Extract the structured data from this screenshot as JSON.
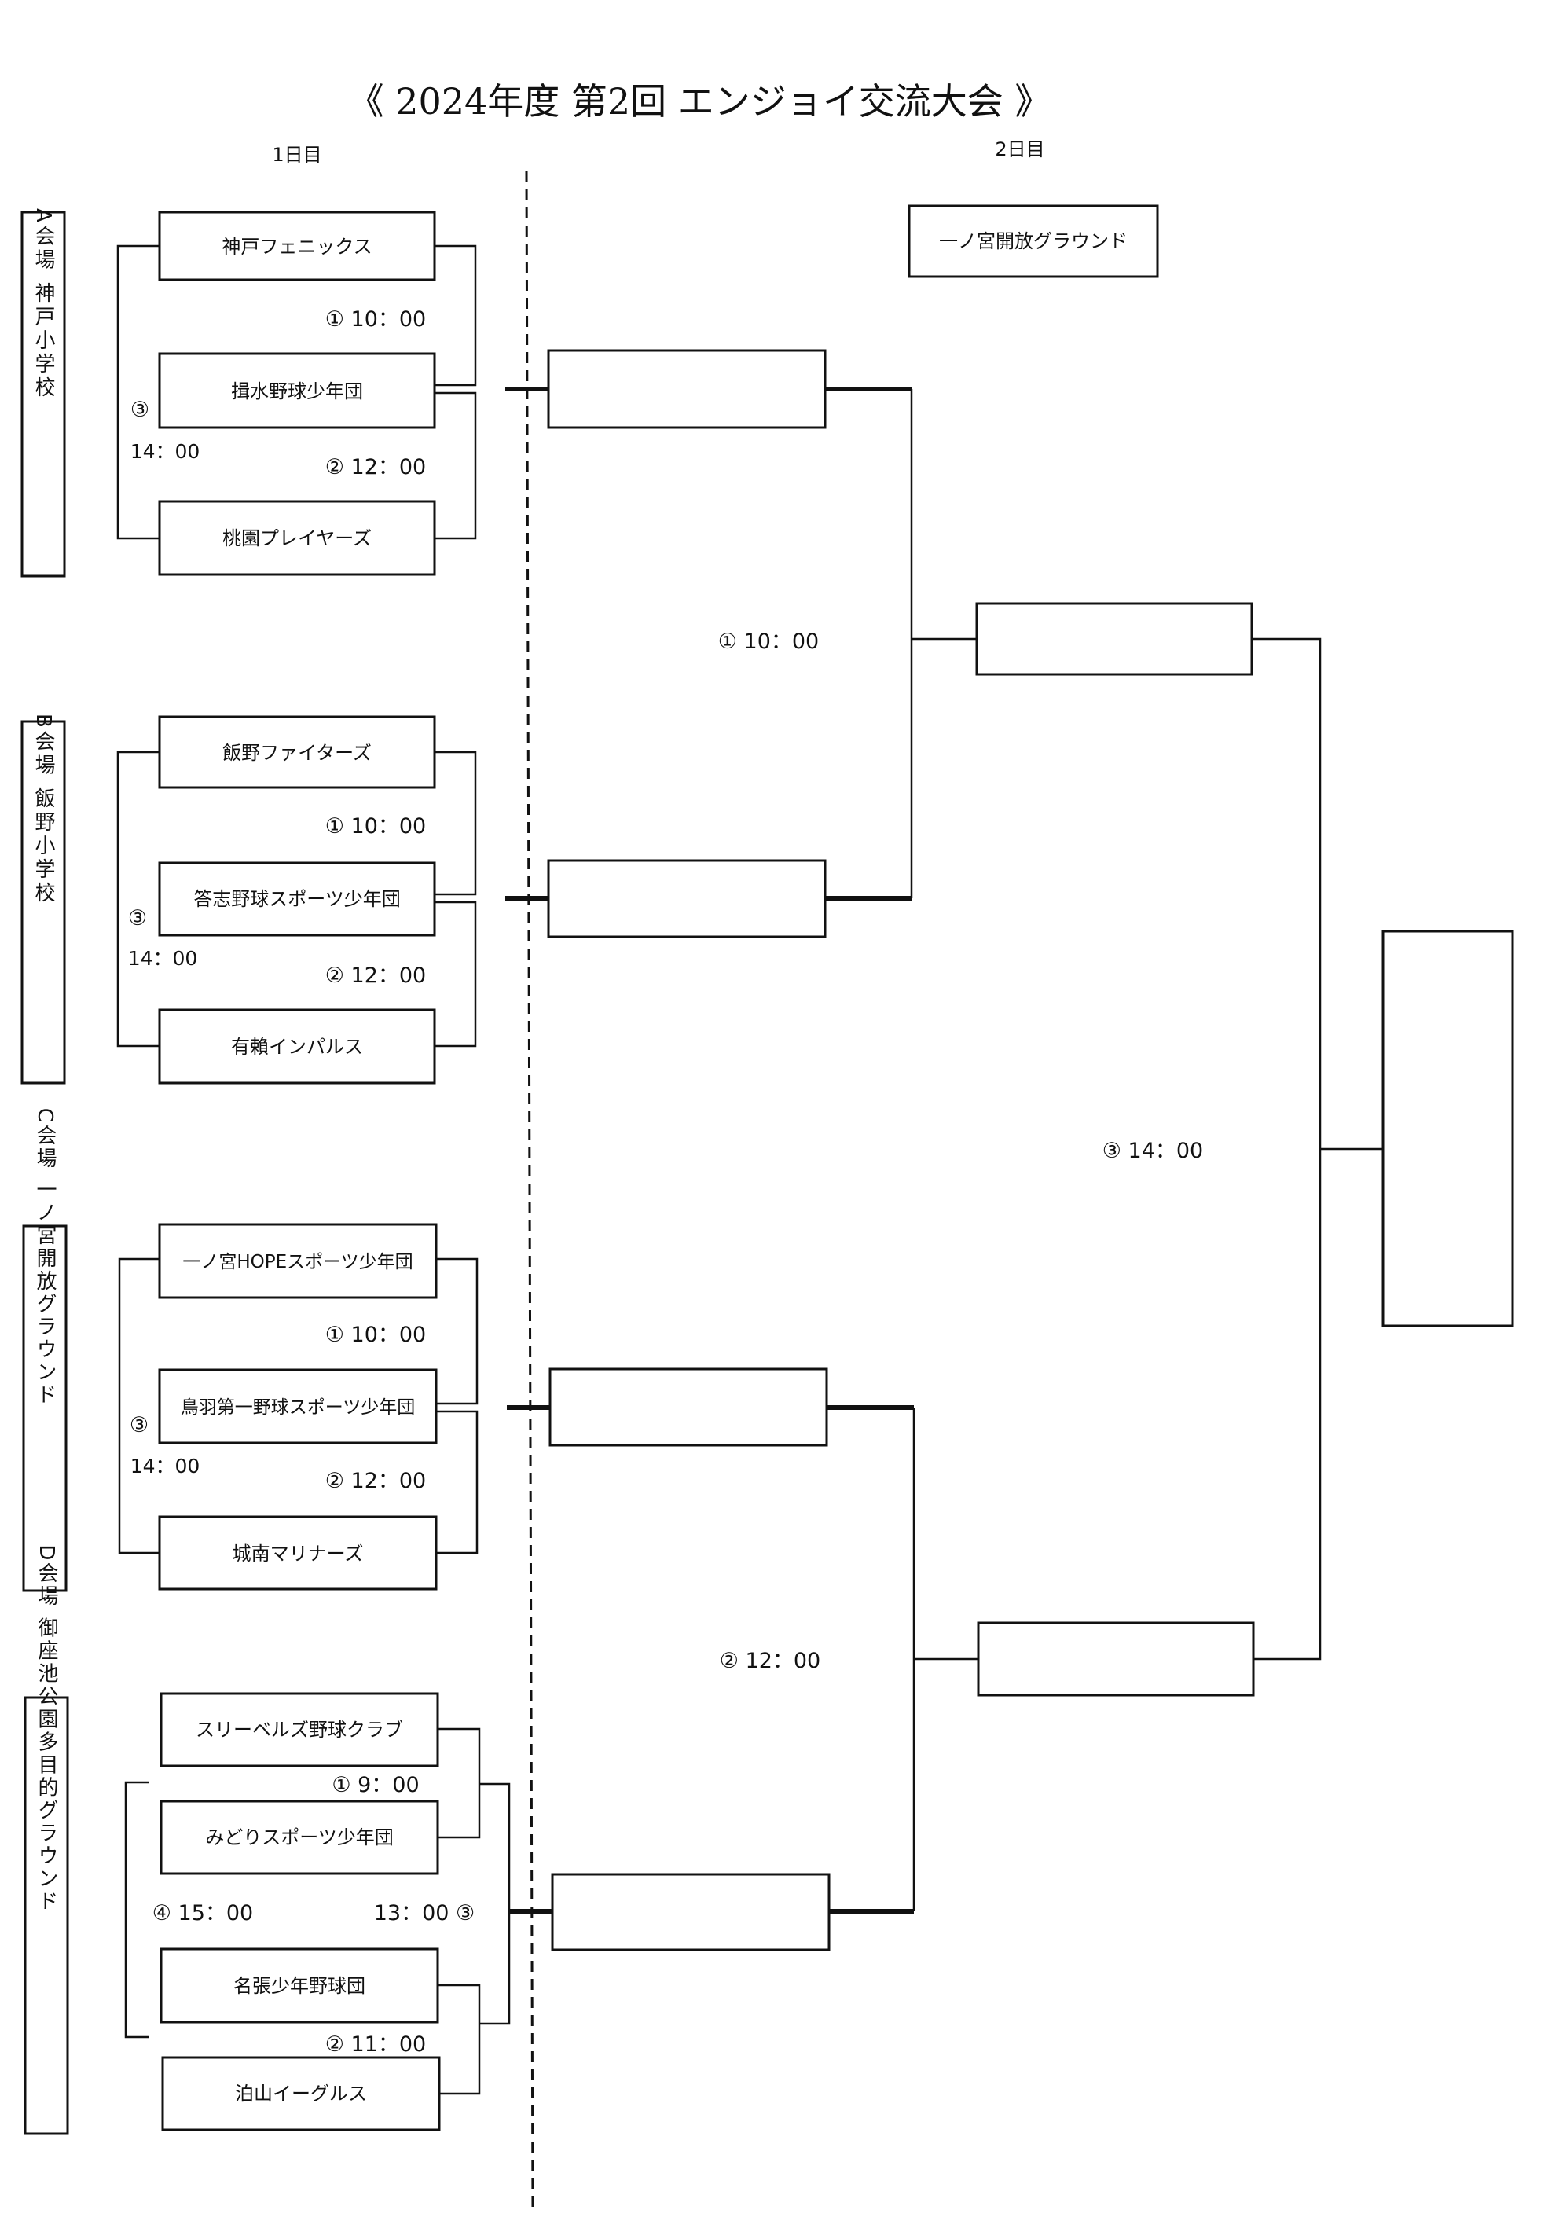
{
  "title": "《 2024年度 第2回 エンジョイ交流大会 》",
  "day1_label": "1日目",
  "day2_label": "2日目",
  "day2_venue": "一ノ宮開放グラウンド",
  "venues": [
    {
      "label": "A会場 神戸小学校",
      "teams": [
        "神戸フェニックス",
        "揖水野球少年団",
        "桃園プレイヤーズ"
      ],
      "m1": "① 10：00",
      "m2": "② 12：00",
      "m3_no": "③",
      "m3_time": "14：00"
    },
    {
      "label": "B会場 飯野小学校",
      "teams": [
        "飯野ファイターズ",
        "答志野球スポーツ少年団",
        "有賴インパルス"
      ],
      "m1": "① 10：00",
      "m2": "② 12：00",
      "m3_no": "③",
      "m3_time": "14：00"
    },
    {
      "label": "C会場 一ノ宮開放グラウンド",
      "teams": [
        "一ノ宮HOPEスポーツ少年団",
        "鳥羽第一野球スポーツ少年団",
        "城南マリナーズ"
      ],
      "m1": "① 10：00",
      "m2": "② 12：00",
      "m3_no": "③",
      "m3_time": "14：00"
    },
    {
      "label": "D会場 御座池公園多目的グラウンド",
      "teams": [
        "スリーベルズ野球クラブ",
        "みどりスポーツ少年団",
        "名張少年野球団",
        "泊山イーグルス"
      ],
      "m1": "① 9：00",
      "m2": "② 11：00",
      "m3": "13：00 ③",
      "m4": "④ 15：00"
    }
  ],
  "day2_matches": {
    "m1": "① 10：00",
    "m2": "② 12：00",
    "m3": "③ 14：00"
  }
}
